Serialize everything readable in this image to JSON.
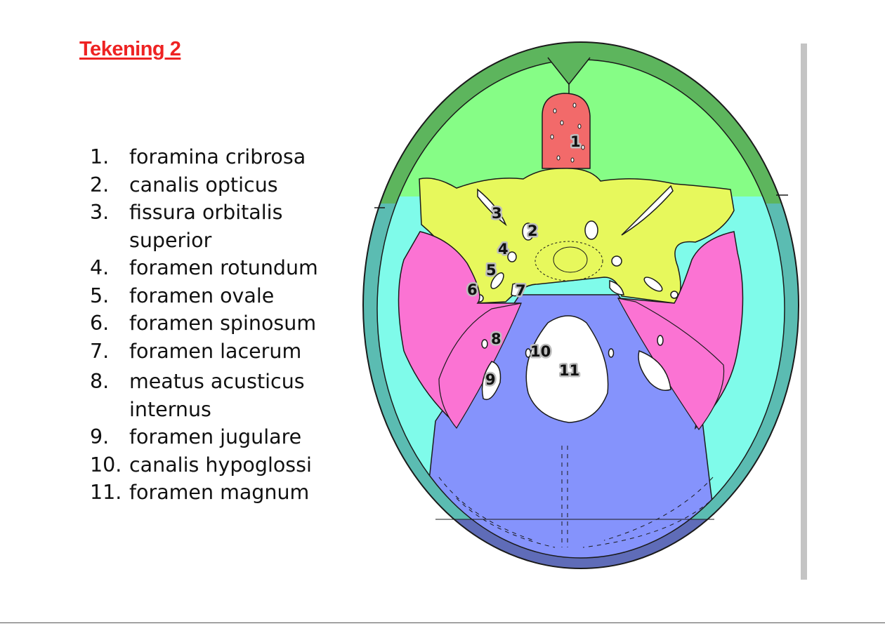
{
  "title": "Tekening 2",
  "colors": {
    "title": "#ee2222",
    "frontal_outer": "#5db55d",
    "frontal_inner": "#86fd86",
    "cribriform": "#f26a6a",
    "sphenoid": "#e7f85c",
    "temporal_squama": "#fb73d3",
    "parietal_inner": "#7ffbea",
    "parietal_outer": "#5bbcb2",
    "occipital": "#8593fc",
    "occipital_base": "#5f6cb8",
    "outline": "#1a1a1a"
  },
  "legend": [
    {
      "number": "1.",
      "text": "foramina cribrosa"
    },
    {
      "number": "2.",
      "text": "canalis opticus"
    },
    {
      "number": "3.",
      "text": "fissura orbitalis superior"
    },
    {
      "number": "4.",
      "text": "foramen rotundum"
    },
    {
      "number": "5.",
      "text": "foramen ovale"
    },
    {
      "number": "6.",
      "text": "foramen spinosum"
    },
    {
      "number": "7.",
      "text": "foramen lacerum"
    },
    {
      "number": "8.",
      "text": "meatus acusticus internus"
    },
    {
      "number": "9.",
      "text": "foramen jugulare"
    },
    {
      "number": "10.",
      "text": "canalis hypoglossi"
    },
    {
      "number": "11.",
      "text": "foramen magnum"
    }
  ],
  "diagram_labels": [
    "1",
    "2",
    "3",
    "4",
    "5",
    "6",
    "7",
    "8",
    "9",
    "10",
    "11"
  ]
}
